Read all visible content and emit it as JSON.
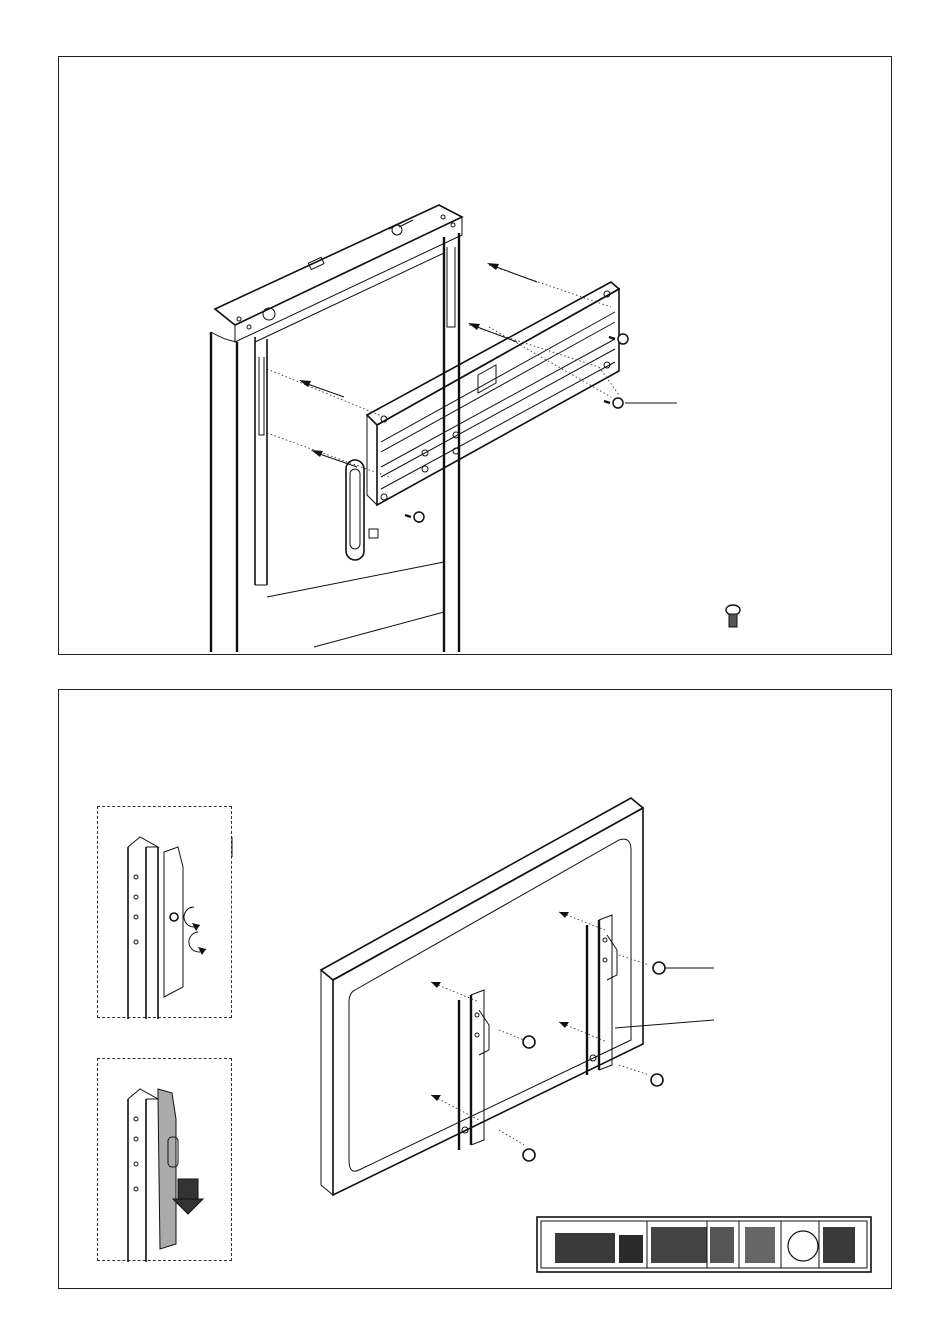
{
  "page": {
    "step_top": {
      "parts": [
        "frame-stand",
        "wall-bracket",
        "screw"
      ]
    },
    "step_bottom": {
      "parts": [
        "display-panel",
        "hanger-bracket-left",
        "hanger-bracket-right",
        "screw",
        "screw-kit"
      ]
    }
  },
  "colors": {
    "line": "#111111",
    "paper": "#ffffff",
    "kit_fill": "#3a3a3a"
  },
  "icons": [
    "screw-icon",
    "arrow-icon",
    "rotate-icon",
    "down-arrow-icon"
  ]
}
